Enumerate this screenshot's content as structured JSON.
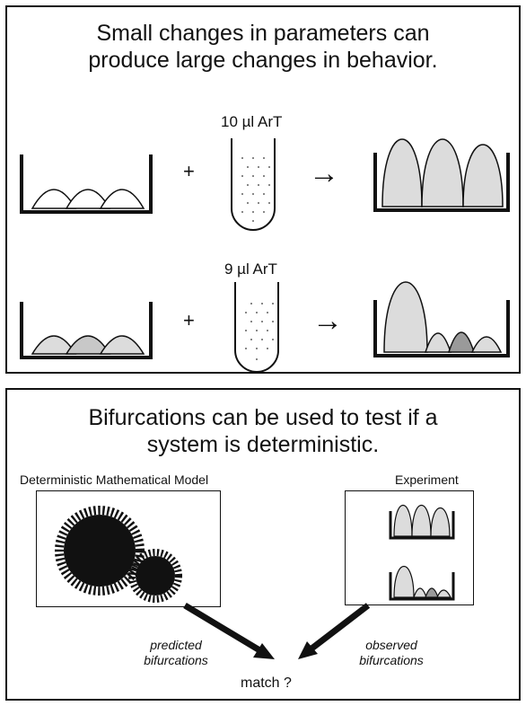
{
  "top_panel": {
    "title": "Small changes in parameters can\nproduce large changes in behavior.",
    "row1": {
      "dose_label": "10 µl ArT",
      "plus": "+",
      "arrow": "→"
    },
    "row2": {
      "dose_label": "9 µl ArT",
      "plus": "+",
      "arrow": "→"
    }
  },
  "bottom_panel": {
    "title": "Bifurcations can be used to test if a\nsystem is deterministic.",
    "model_label": "Deterministic Mathematical Model",
    "experiment_label": "Experiment",
    "predicted_label": "predicted\nbifurcations",
    "observed_label": "observed\nbifurcations",
    "match_label": "match ?"
  },
  "colors": {
    "fill_light": "#dcdcdc",
    "fill_dark": "#9a9a9a",
    "ink": "#111111"
  }
}
